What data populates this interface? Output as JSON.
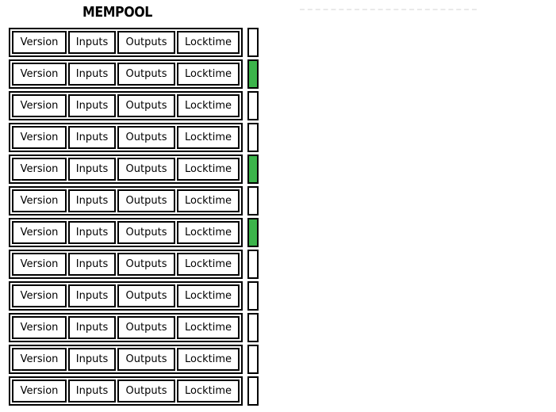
{
  "title": "MEMPOOL",
  "colors": {
    "box_border": "#000000",
    "indicator_selected": "#3cb44b",
    "indicator_unselected": "#ffffff",
    "dashed_line": "#e9e9e9"
  },
  "transactions": [
    {
      "fields": [
        "Version",
        "Inputs",
        "Outputs",
        "Locktime"
      ],
      "selected": false
    },
    {
      "fields": [
        "Version",
        "Inputs",
        "Outputs",
        "Locktime"
      ],
      "selected": true
    },
    {
      "fields": [
        "Version",
        "Inputs",
        "Outputs",
        "Locktime"
      ],
      "selected": false
    },
    {
      "fields": [
        "Version",
        "Inputs",
        "Outputs",
        "Locktime"
      ],
      "selected": false
    },
    {
      "fields": [
        "Version",
        "Inputs",
        "Outputs",
        "Locktime"
      ],
      "selected": true
    },
    {
      "fields": [
        "Version",
        "Inputs",
        "Outputs",
        "Locktime"
      ],
      "selected": false
    },
    {
      "fields": [
        "Version",
        "Inputs",
        "Outputs",
        "Locktime"
      ],
      "selected": true
    },
    {
      "fields": [
        "Version",
        "Inputs",
        "Outputs",
        "Locktime"
      ],
      "selected": false
    },
    {
      "fields": [
        "Version",
        "Inputs",
        "Outputs",
        "Locktime"
      ],
      "selected": false
    },
    {
      "fields": [
        "Version",
        "Inputs",
        "Outputs",
        "Locktime"
      ],
      "selected": false
    },
    {
      "fields": [
        "Version",
        "Inputs",
        "Outputs",
        "Locktime"
      ],
      "selected": false
    },
    {
      "fields": [
        "Version",
        "Inputs",
        "Outputs",
        "Locktime"
      ],
      "selected": false
    }
  ]
}
